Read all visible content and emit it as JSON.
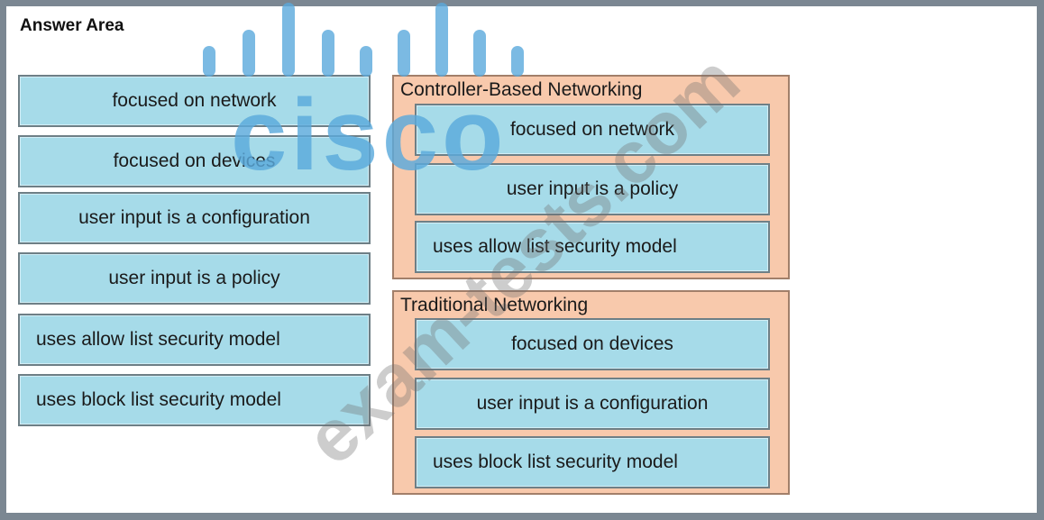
{
  "answer_area": {
    "title": "Answer Area"
  },
  "source_items": [
    {
      "label": "focused on network"
    },
    {
      "label": "focused on devices"
    },
    {
      "label": "user input is a configuration"
    },
    {
      "label": "user input is a policy"
    },
    {
      "label": "uses allow list security model"
    },
    {
      "label": "uses block list security model"
    }
  ],
  "controller_based": {
    "title": "Controller-Based Networking",
    "items": [
      {
        "label": "focused on network"
      },
      {
        "label": "user input is a policy"
      },
      {
        "label": "uses allow list security model"
      }
    ]
  },
  "traditional": {
    "title": "Traditional Networking",
    "items": [
      {
        "label": "focused on devices"
      },
      {
        "label": "user input is a configuration"
      },
      {
        "label": "uses block list security model"
      }
    ]
  },
  "watermark": {
    "logo_text": "cisco",
    "site_text": "exam-tests.com",
    "logo_color": "#5aa9dc"
  },
  "colors": {
    "item_fill": "#a6dbe9",
    "target_fill": "#f8c9ac",
    "frame_border": "#7b8792"
  }
}
